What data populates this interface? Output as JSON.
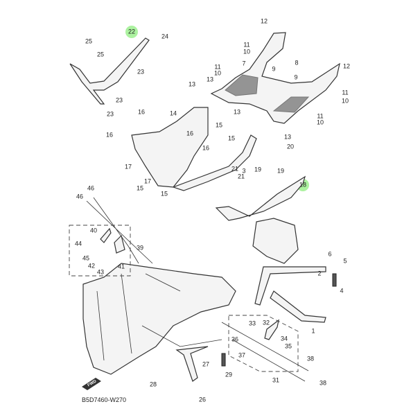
{
  "diagram_code": "B5D7460-W270",
  "fwd_label": "FWD",
  "highlight_color": "#9ef08f",
  "labels": [
    "22",
    "24",
    "25",
    "25",
    "23",
    "23",
    "23",
    "12",
    "11",
    "10",
    "7",
    "11",
    "10",
    "13",
    "9",
    "8",
    "12",
    "9",
    "11",
    "10",
    "13",
    "11",
    "10",
    "13",
    "14",
    "16",
    "16",
    "15",
    "15",
    "16",
    "16",
    "13",
    "20",
    "19",
    "21",
    "21",
    "19",
    "17",
    "15",
    "17",
    "15",
    "18",
    "46",
    "46",
    "3",
    "40",
    "44",
    "39",
    "45",
    "42",
    "43",
    "41",
    "6",
    "5",
    "2",
    "4",
    "1",
    "33",
    "32",
    "36",
    "34",
    "35",
    "37",
    "27",
    "29",
    "28",
    "38",
    "38",
    "31",
    "26"
  ],
  "highlighted": [
    "22",
    "18"
  ]
}
